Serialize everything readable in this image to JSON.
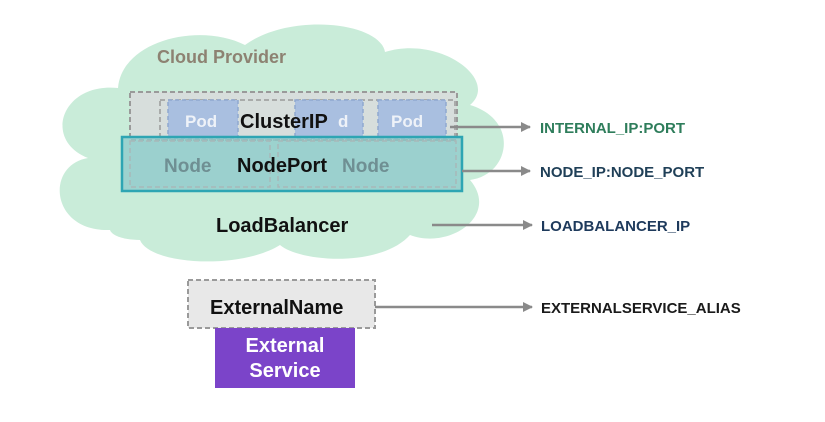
{
  "cloud": {
    "label": "Cloud Provider"
  },
  "cluster_ip": {
    "label": "ClusterIP",
    "pod_label": "Pod",
    "pod_partial": "d"
  },
  "node_port": {
    "label": "NodePort",
    "node_label": "Node"
  },
  "load_balancer": {
    "label": "LoadBalancer"
  },
  "external_name": {
    "label": "ExternalName"
  },
  "external_service": {
    "line1": "External",
    "line2": "Service"
  },
  "targets": {
    "internal": "INTERNAL_IP:PORT",
    "node": "NODE_IP:NODE_PORT",
    "lb": "LOADBALANCER_IP",
    "external": "EXTERNALSERVICE_ALIAS"
  },
  "colors": {
    "cloud_fill": "#c9ecd9",
    "cloud_text": "#8d8272",
    "pod_fill": "#a9bfe0",
    "node_fill": "#8cc9c9",
    "node_border": "#2ea5b3",
    "external_service": "#7b44c9",
    "internal_text": "#2e7d5b",
    "node_text": "#1f3f57",
    "lb_text": "#1e3a5c",
    "ext_text": "#1a1a1a",
    "arrow": "#8a8a8a"
  }
}
